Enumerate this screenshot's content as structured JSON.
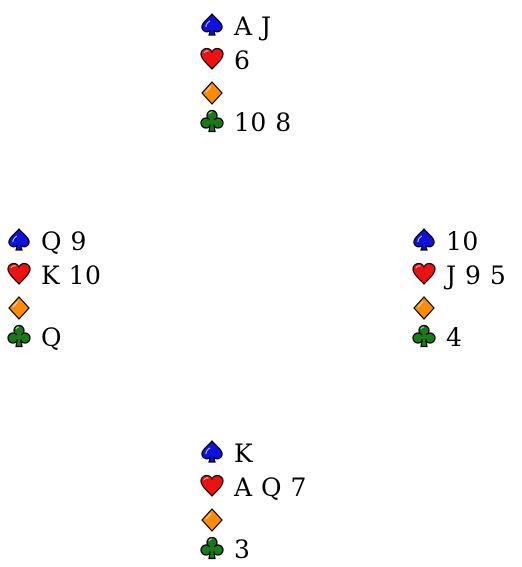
{
  "colors": {
    "spades": "#1010e0",
    "hearts": "#ee1111",
    "diamonds": "#ff8c00",
    "clubs": "#1a7a1a",
    "text": "#000000"
  },
  "icons": {
    "spades": "spade-icon",
    "hearts": "heart-icon",
    "diamonds": "diamond-icon",
    "clubs": "club-icon"
  },
  "hands": {
    "north": {
      "spades": "A J",
      "hearts": "6",
      "diamonds": "",
      "clubs": "10 8"
    },
    "west": {
      "spades": "Q 9",
      "hearts": "K 10",
      "diamonds": "",
      "clubs": "Q"
    },
    "east": {
      "spades": "10",
      "hearts": "J 9 5",
      "diamonds": "",
      "clubs": "4"
    },
    "south": {
      "spades": "K",
      "hearts": "A Q 7",
      "diamonds": "",
      "clubs": "3"
    }
  }
}
